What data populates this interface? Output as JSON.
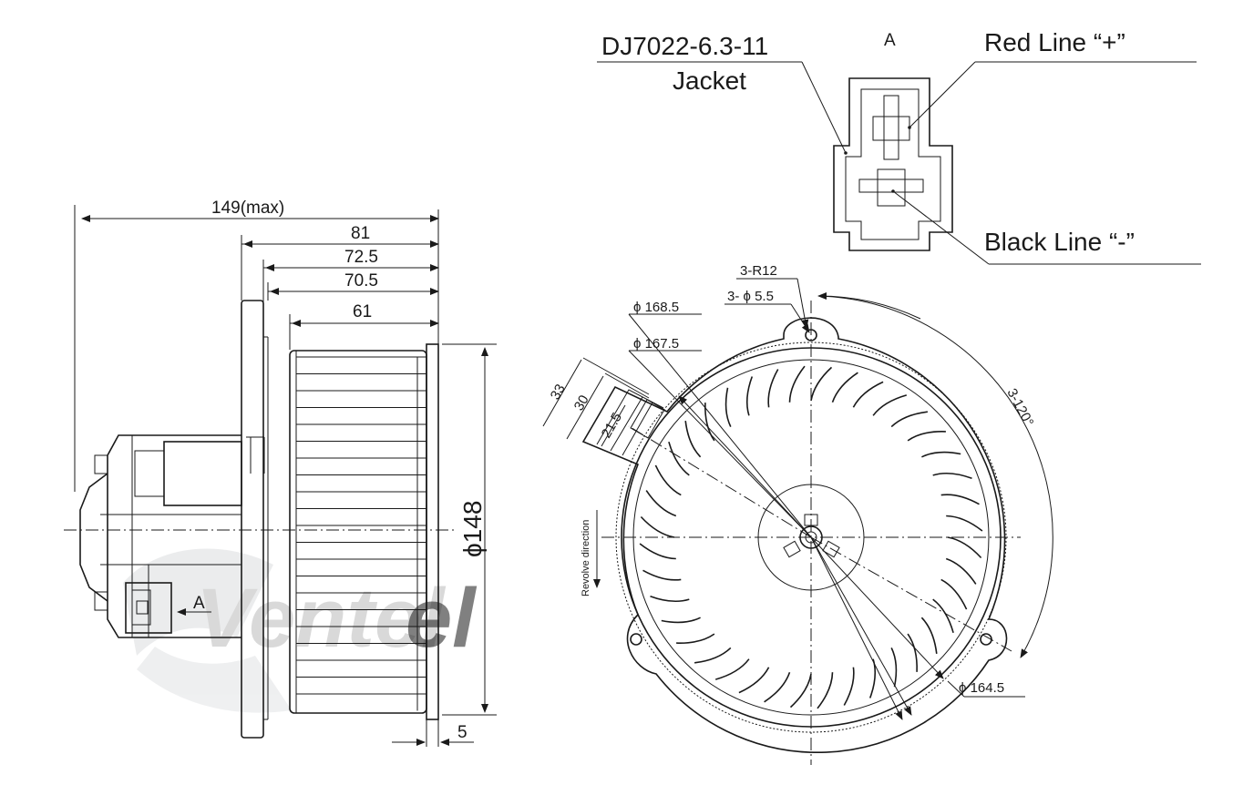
{
  "side_view": {
    "dim_total": "149(max)",
    "dim_81": "81",
    "dim_72_5": "72.5",
    "dim_70_5": "70.5",
    "dim_61": "61",
    "dim_dia": "ϕ148",
    "dim_5": "5",
    "view_arrow_label": "A"
  },
  "connector": {
    "view_label": "A",
    "part_no": "DJ7022-6.3-11",
    "jacket": "Jacket",
    "red_line": "Red Line “+”",
    "black_line": "Black Line “-”"
  },
  "front_view": {
    "r12": "3-R12",
    "holes": "3- ϕ 5.5",
    "d168": "ϕ 168.5",
    "d167": "ϕ 167.5",
    "d164": "ϕ 164.5",
    "angle": "3-120°",
    "dim_33": "33",
    "dim_30": "30",
    "dim_21_5": "21.5",
    "revolve": "Revolve direction"
  },
  "watermark": "Ventel"
}
